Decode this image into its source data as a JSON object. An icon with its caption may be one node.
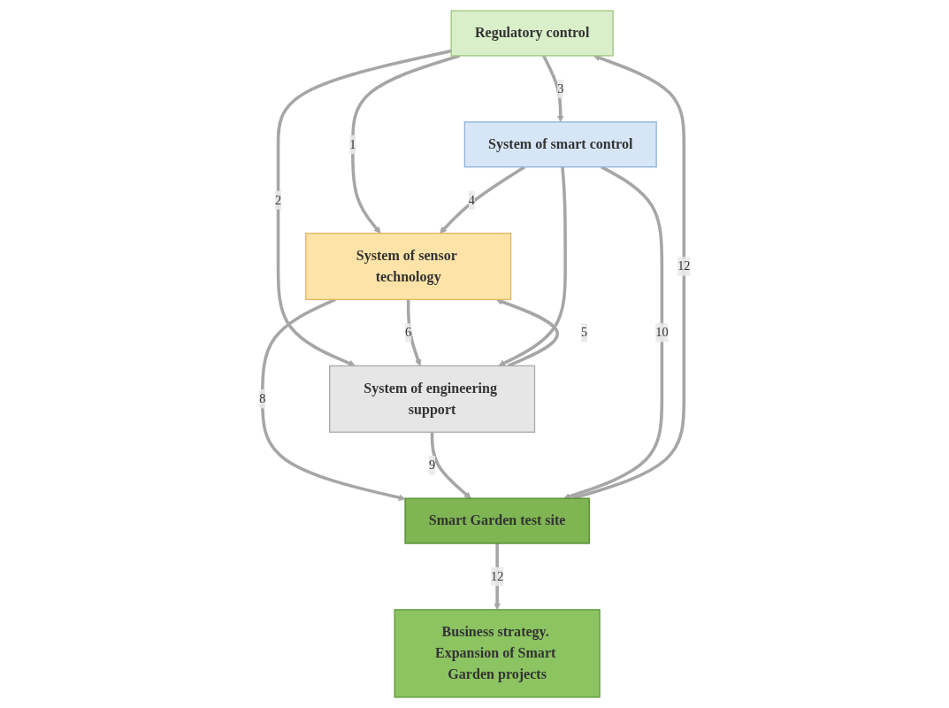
{
  "diagram": {
    "nodes": [
      {
        "text": [
          "Regulatory control"
        ]
      },
      {
        "text": [
          "System of sensor technology"
        ]
      },
      {
        "text": [
          "System of smart control"
        ]
      },
      {
        "text": [
          "System of engineering support"
        ]
      },
      {
        "text": [
          "Smart Garden test site"
        ]
      },
      {
        "text": [
          "Business strategy. Expansion of Smart Garden projects"
        ]
      }
    ],
    "edges": [
      {
        "from": 0,
        "to": 1,
        "arrow": "to",
        "label": "1"
      },
      {
        "from": 0,
        "to": 3,
        "arrow": "to",
        "label": "2"
      },
      {
        "from": 0,
        "to": 2,
        "arrow": "to",
        "label": "3"
      },
      {
        "from": 2,
        "to": 1,
        "arrow": "to",
        "label": "4"
      },
      {
        "from": 3,
        "to": 1,
        "arrow": "to",
        "label": "5"
      },
      {
        "from": 1,
        "to": 3,
        "arrow": "to",
        "label": "6"
      },
      {
        "from": 2,
        "to": 3,
        "arrow": "to"
      },
      {
        "from": 1,
        "to": 4,
        "arrow": "to",
        "label": "8"
      },
      {
        "from": 3,
        "to": 4,
        "arrow": "to",
        "label": "9"
      },
      {
        "from": 2,
        "to": 4,
        "arrow": "to",
        "label": "10"
      },
      {
        "from": 4,
        "to": 0,
        "arrow": "to",
        "label": "12"
      },
      {
        "from": 4,
        "to": 5,
        "arrow": "to",
        "label": "12"
      }
    ]
  }
}
